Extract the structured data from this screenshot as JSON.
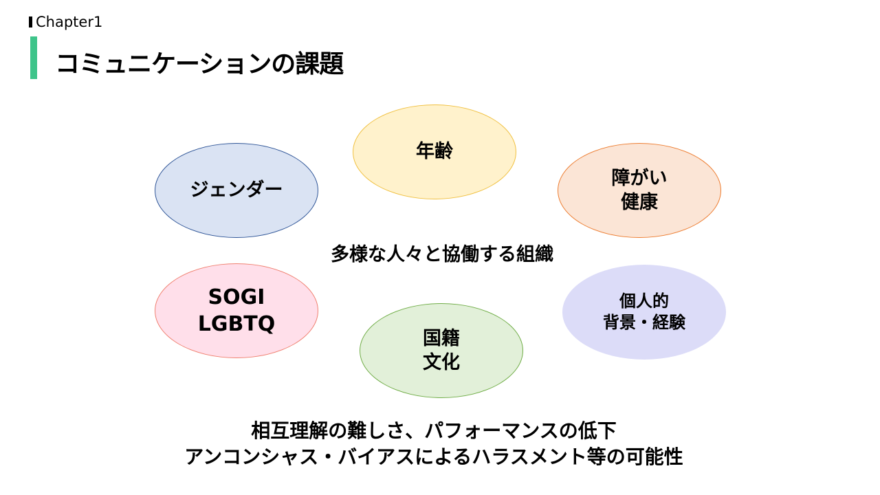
{
  "header": {
    "chapter": "Chapter1",
    "title": "コミュニケーションの課題"
  },
  "diagram": {
    "center": "多様な人々と協働する組織",
    "items": [
      {
        "lines": [
          "ジェンダー"
        ],
        "fill": "#dae3f3",
        "stroke": "#2f5597"
      },
      {
        "lines": [
          "年齢"
        ],
        "fill": "#fff2cc",
        "stroke": "#f0c040"
      },
      {
        "lines": [
          "障がい",
          "健康"
        ],
        "fill": "#fbe5d6",
        "stroke": "#ed7d31"
      },
      {
        "lines": [
          "SOGI",
          "LGBTQ"
        ],
        "fill": "#ffdfea",
        "stroke": "#f08070"
      },
      {
        "lines": [
          "国籍",
          "文化"
        ],
        "fill": "#e2f0d9",
        "stroke": "#70ad47"
      },
      {
        "lines": [
          "個人的",
          "背景・経験"
        ],
        "fill": "#dcdcf8",
        "stroke": "#dcdcf8"
      }
    ]
  },
  "conclusion": [
    "相互理解の難しさ、パフォーマンスの低下",
    "アンコンシャス・バイアスによるハラスメント等の可能性"
  ]
}
